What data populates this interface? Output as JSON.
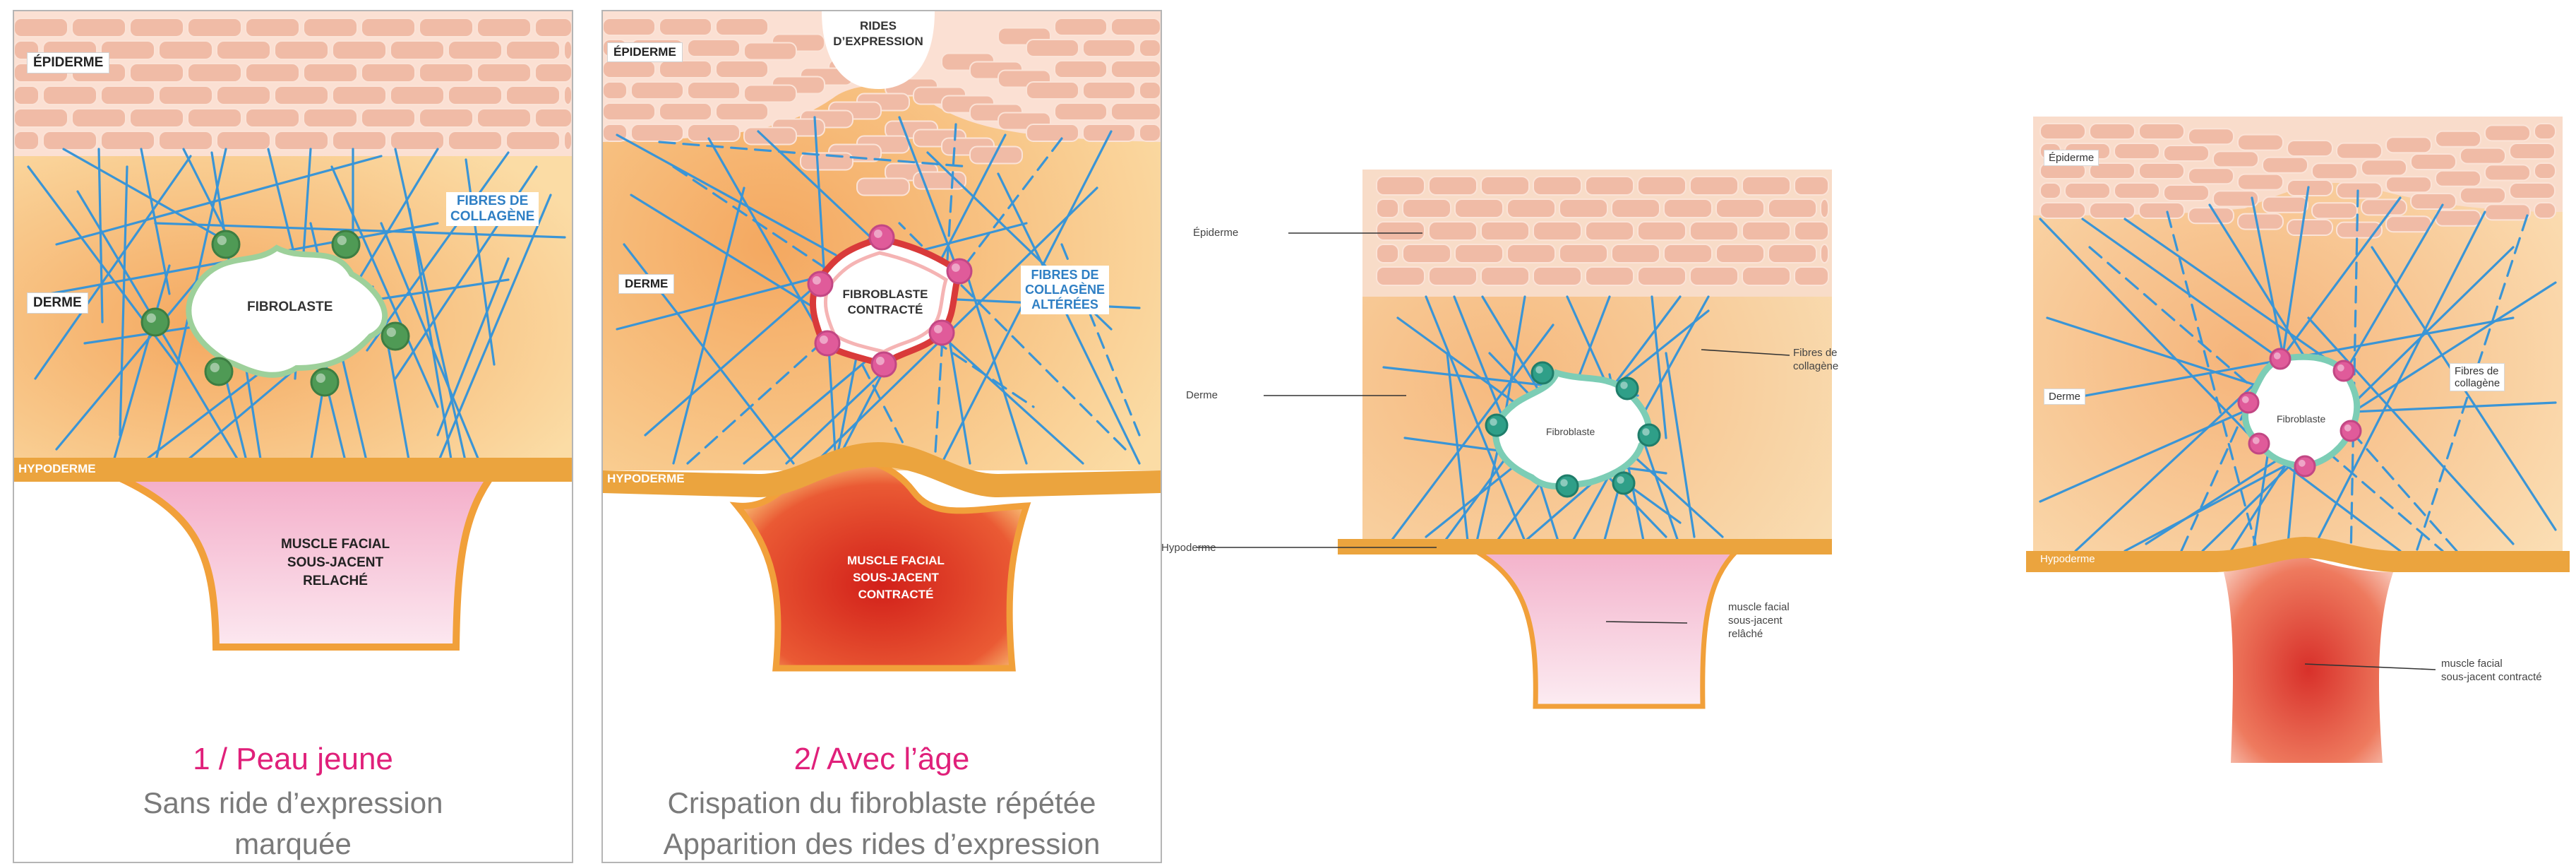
{
  "panels": {
    "p1": {
      "epiderme": "ÉPIDERME",
      "derme": "DERME",
      "hypoderme": "HYPODERME",
      "fibres_line1": "FIBRES DE",
      "fibres_line2": "COLLAGÈNE",
      "fibroblaste": "FIBROLASTE",
      "muscle_line1": "MUSCLE FACIAL",
      "muscle_line2": "SOUS-JACENT",
      "muscle_line3": "RELACHÉ",
      "title": "1 / Peau jeune",
      "subtitle_line1": "Sans ride d’expression",
      "subtitle_line2": "marquée"
    },
    "p2": {
      "rides_line1": "RIDES",
      "rides_line2": "D’EXPRESSION",
      "epiderme": "ÉPIDERME",
      "derme": "DERME",
      "hypoderme": "HYPODERME",
      "fibres_line1": "FIBRES DE",
      "fibres_line2": "COLLAGÈNE",
      "fibres_line3": "ALTÉRÉES",
      "fibroblaste_line1": "FIBROBLASTE",
      "fibroblaste_line2": "CONTRACTÉ",
      "muscle_line1": "MUSCLE FACIAL",
      "muscle_line2": "SOUS-JACENT",
      "muscle_line3": "CONTRACTÉ",
      "title": "2/ Avec l’âge",
      "subtitle_line1": "Crispation du fibroblaste répétée",
      "subtitle_line2": "Apparition des rides d’expression"
    },
    "p3": {
      "epiderme": "Épiderme",
      "derme": "Derme",
      "hypoderme": "Hypoderme",
      "fibres_line1": "Fibres de",
      "fibres_line2": "collagène",
      "fibroblaste": "Fibroblaste",
      "muscle_line1": "muscle facial",
      "muscle_line2": "sous-jacent",
      "muscle_line3": "relâché"
    },
    "p4": {
      "epiderme": "Épiderme",
      "derme": "Derme",
      "hypoderme": "Hypoderme",
      "fibres_line1": "Fibres de",
      "fibres_line2": "collagène",
      "fibroblaste": "Fibroblaste",
      "muscle_line1": "muscle facial",
      "muscle_line2": "sous-jacent contracté"
    }
  },
  "colors": {
    "epidermis": "#f3c4ae",
    "dermis": "#f7c98a",
    "hypodermis": "#eba43e",
    "collagen": "#3a95d6",
    "cell_green": "#4f9a55",
    "cell_pink": "#e05b9a",
    "muscle_relaxed": "#f6c9dc",
    "muscle_contracted": "#d92b20",
    "title_pink": "#e0207a",
    "subtitle_gray": "#7a7a7a"
  }
}
